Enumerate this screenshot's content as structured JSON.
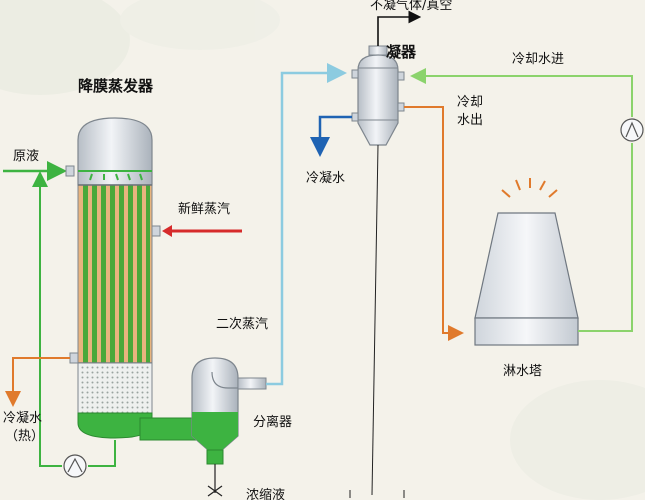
{
  "labels": {
    "evaporator": "降膜蒸发器",
    "raw_liquid": "原液",
    "fresh_steam": "新鲜蒸汽",
    "secondary_steam": "二次蒸汽",
    "cond_water_hot_1": "冷凝水",
    "cond_water_hot_2": "（热）",
    "separator": "分离器",
    "concentrate": "浓缩液",
    "noncond_gas": "不凝气体/真空",
    "condenser": "凝器",
    "cooling_water_in": "冷却水进",
    "cooling_water_out_1": "冷却",
    "cooling_water_out_2": "水出",
    "cond_water": "冷凝水",
    "spray_tower": "淋水塔"
  },
  "colors": {
    "green": "#3db341",
    "light_green": "#8bd36c",
    "red": "#d62b2b",
    "orange": "#e07a2c",
    "light_blue": "#8ccbe0",
    "blue": "#1f63b3",
    "tube_orange": "#e7a36a",
    "tube_green": "#4aa83a",
    "steel": "#d8dde3"
  },
  "icons": [
    "pump-icon",
    "pump-icon",
    "sunburst-icon",
    "arrow-icon"
  ]
}
